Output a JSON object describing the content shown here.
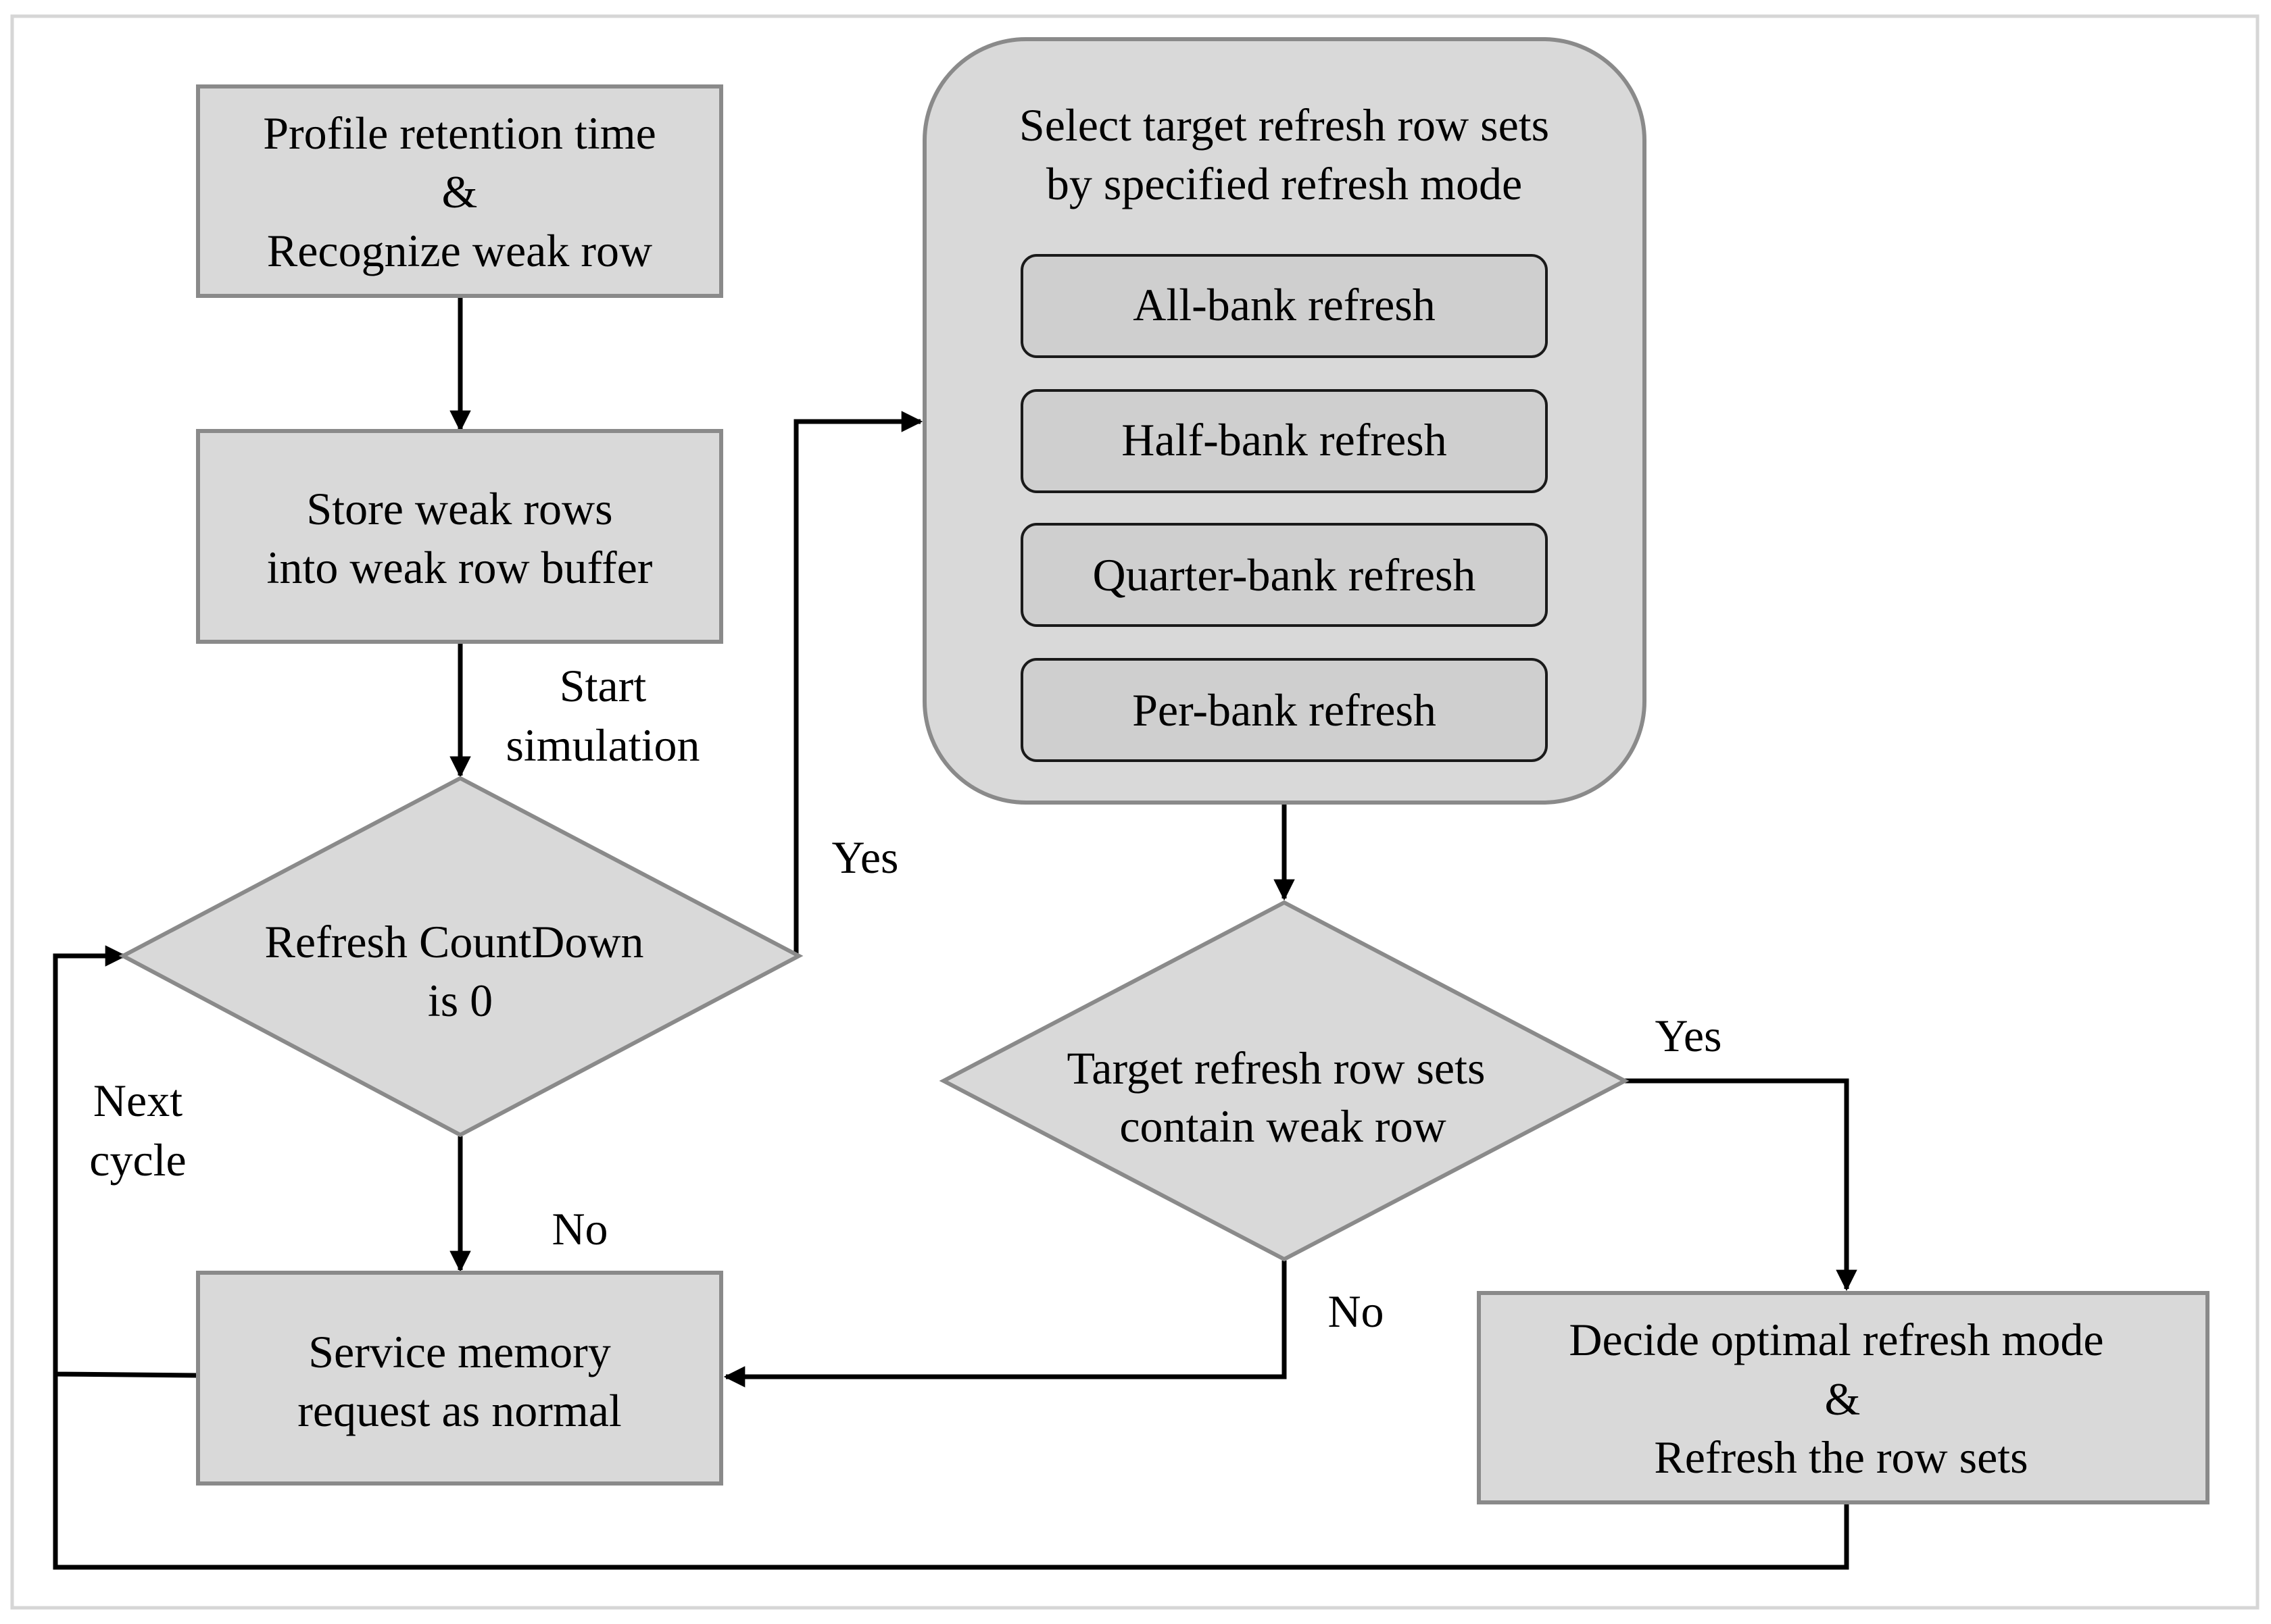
{
  "nodes": {
    "profile": {
      "lines": [
        "Profile retention time",
        "&",
        "Recognize weak row"
      ]
    },
    "store": {
      "lines": [
        "Store weak rows",
        "into weak row buffer"
      ]
    },
    "countdown": {
      "lines": [
        "Refresh CountDown",
        "is 0"
      ]
    },
    "service": {
      "lines": [
        "Service memory",
        "request as normal"
      ]
    },
    "select_panel": {
      "lines": [
        "Select target refresh row sets",
        "by specified refresh mode"
      ],
      "modes": [
        "All-bank refresh",
        "Half-bank refresh",
        "Quarter-bank refresh",
        "Per-bank refresh"
      ]
    },
    "contain": {
      "lines": [
        "Target refresh row sets",
        "contain weak row"
      ]
    },
    "decide": {
      "lines": [
        "Decide optimal refresh mode",
        "&",
        "Refresh the row sets"
      ]
    }
  },
  "edge_labels": {
    "start": [
      "Start",
      "simulation"
    ],
    "yes_countdown": "Yes",
    "no_countdown": "No",
    "next_cycle": [
      "Next",
      "cycle"
    ],
    "yes_contain": "Yes",
    "no_contain": "No"
  }
}
